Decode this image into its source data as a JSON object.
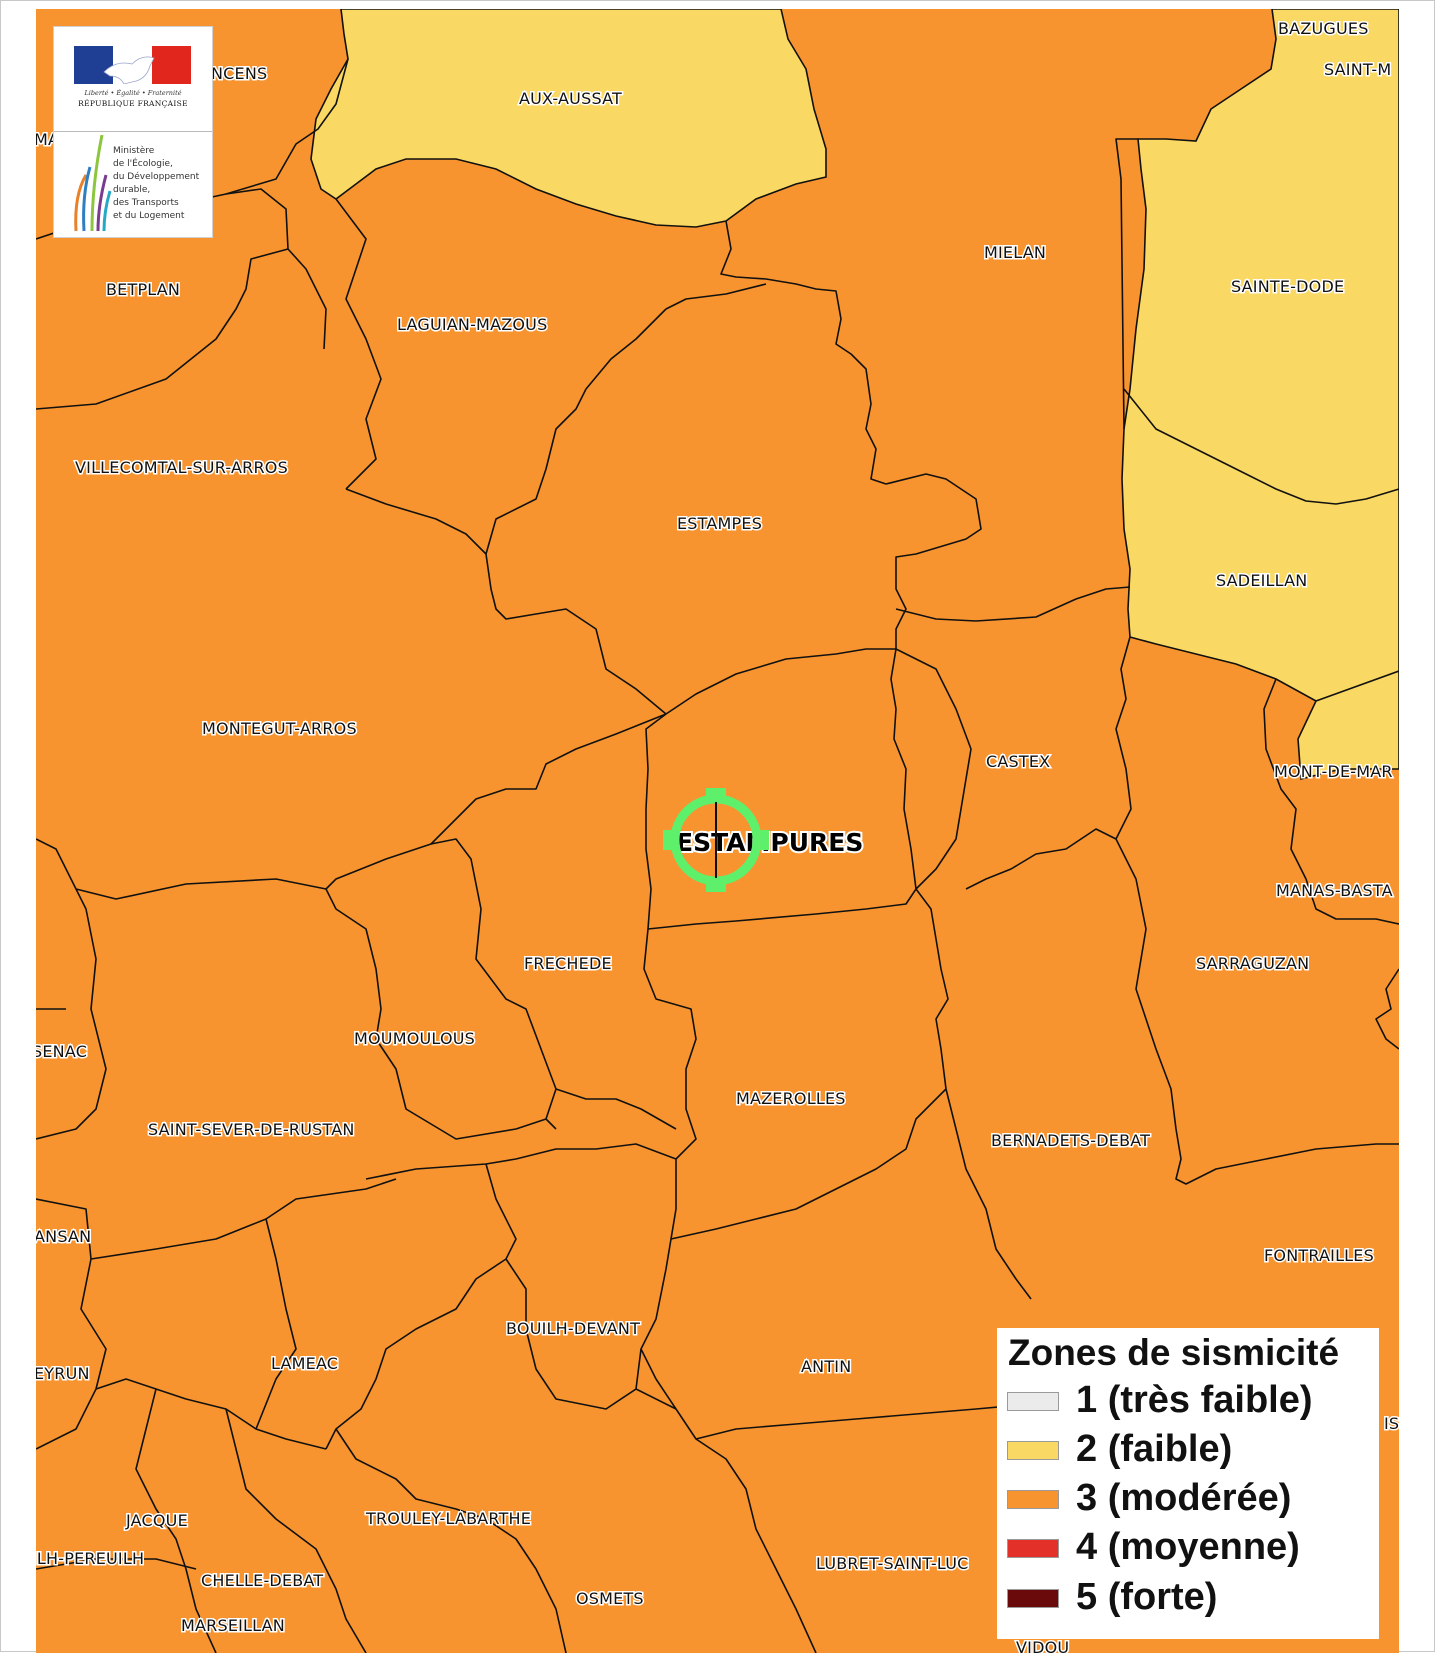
{
  "colors": {
    "zone1": "#ebebeb",
    "zone2": "#f9d863",
    "zone3": "#f7942f",
    "zone4": "#e3312a",
    "zone5": "#6b0a0a",
    "border": "#111111",
    "marker": "#5ef06b"
  },
  "logo": {
    "motto": "Liberté • Égalité • Fraternité",
    "republic": "RÉPUBLIQUE FRANÇAISE",
    "ministry_lines": [
      "Ministère",
      "de l'Écologie,",
      "du Développement",
      "durable,",
      "des Transports",
      "et du Logement"
    ]
  },
  "target": {
    "name": "ESTAMPURES",
    "marker_icon": "crosshair-target-icon"
  },
  "communes": [
    "AUX-AUSSAT",
    "MIELAN",
    "SAINTE-DODE",
    "BAZUGUES",
    "SAINT-M",
    "NCENS",
    "MA",
    "BETPLAN",
    "LAGUIAN-MAZOUS",
    "VILLECOMTAL-SUR-ARROS",
    "ESTAMPES",
    "SADEILLAN",
    "MONTEGUT-ARROS",
    "CASTEX",
    "MONT-DE-MAR",
    "MANAS-BASTA",
    "FRECHEDE",
    "SARRAGUZAN",
    "SENAC",
    "MOUMOULOUS",
    "MAZEROLLES",
    "SAINT-SEVER-DE-RUSTAN",
    "BERNADETS-DEBAT",
    "ANSAN",
    "FONTRAILLES",
    "BOUILH-DEVANT",
    "EYRUN",
    "LAMEAC",
    "ANTIN",
    "JACQUE",
    "TROULEY-LABARTHE",
    "ILH-PEREUILH",
    "LUBRET-SAINT-LUC",
    "CHELLE-DEBAT",
    "OSMETS",
    "MARSEILLAN",
    "VIDOU",
    "IS"
  ],
  "legend": {
    "title": "Zones de sismicité",
    "items": [
      {
        "label": "1 (très faible)",
        "color": "#ebebeb"
      },
      {
        "label": "2 (faible)",
        "color": "#f9d863"
      },
      {
        "label": "3 (modérée)",
        "color": "#f7942f"
      },
      {
        "label": "4 (moyenne)",
        "color": "#e3312a"
      },
      {
        "label": "5 (forte)",
        "color": "#6b0a0a"
      }
    ]
  }
}
